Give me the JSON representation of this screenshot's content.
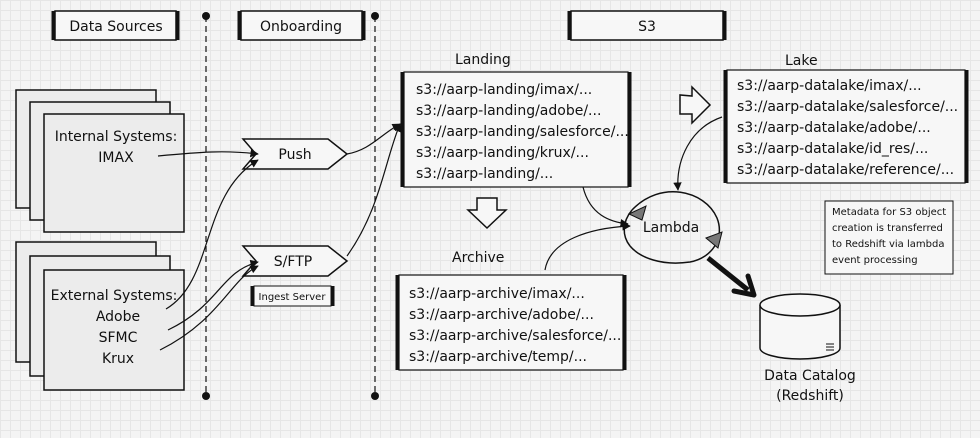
{
  "columns": {
    "data_sources": "Data Sources",
    "onboarding": "Onboarding",
    "s3": "S3"
  },
  "internal": {
    "line1": "Internal Systems:",
    "line2": "IMAX"
  },
  "external": {
    "line1": "External Systems:",
    "items": [
      "Adobe",
      "SFMC",
      "Krux"
    ]
  },
  "push": "Push",
  "sftp": "S/FTP",
  "ingest_server": "Ingest Server",
  "landing": {
    "title": "Landing",
    "paths": [
      "s3://aarp-landing/imax/...",
      "s3://aarp-landing/adobe/...",
      "s3://aarp-landing/salesforce/...",
      "s3://aarp-landing/krux/...",
      "s3://aarp-landing/..."
    ]
  },
  "archive": {
    "title": "Archive",
    "paths": [
      "s3://aarp-archive/imax/...",
      "s3://aarp-archive/adobe/...",
      "s3://aarp-archive/salesforce/...",
      "s3://aarp-archive/temp/..."
    ]
  },
  "lake": {
    "title": "Lake",
    "paths": [
      "s3://aarp-datalake/imax/...",
      "s3://aarp-datalake/salesforce/...",
      "s3://aarp-datalake/adobe/...",
      "s3://aarp-datalake/id_res/...",
      "s3://aarp-datalake/reference/..."
    ]
  },
  "lambda": "Lambda",
  "note": [
    "Metadata for S3 object",
    "creation is transferred",
    "to Redshift via lambda",
    "event processing"
  ],
  "catalog": {
    "line1": "Data Catalog",
    "line2": "(Redshift)"
  }
}
